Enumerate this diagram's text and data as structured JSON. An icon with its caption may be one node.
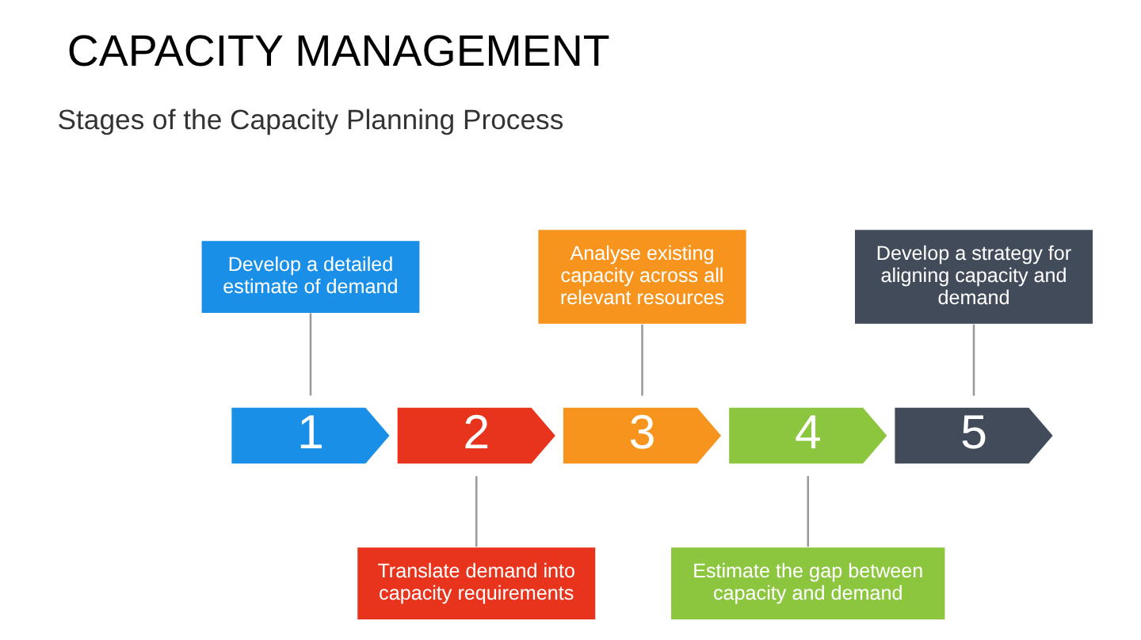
{
  "diagram": {
    "title": "CAPACITY MANAGEMENT",
    "nodes": [
      {
        "text": [
          "Develop a detailed estimate of demand"
        ]
      },
      {
        "text": [
          "Analyse existing capacity across all relevant resources"
        ]
      },
      {
        "text": [
          "Develop a strategy for aligning capacity and demand"
        ]
      },
      {
        "text": [
          "1"
        ]
      },
      {
        "text": [
          "2"
        ]
      },
      {
        "text": [
          "3"
        ]
      },
      {
        "text": [
          "4"
        ]
      },
      {
        "text": [
          "5"
        ]
      },
      {
        "text": [
          "Translate demand into capacity requirements"
        ]
      },
      {
        "text": [
          "Estimate the gap between capacity and demand"
        ]
      }
    ],
    "edges": [
      {
        "from": 0,
        "to": 3,
        "arrow": "none"
      },
      {
        "from": 1,
        "to": 5,
        "arrow": "none"
      },
      {
        "from": 2,
        "to": 7,
        "arrow": "none"
      },
      {
        "from": 4,
        "to": 8,
        "arrow": "none"
      },
      {
        "from": 6,
        "to": 9,
        "arrow": "none"
      }
    ],
    "labels": [
      "Stages of the Capacity Planning Process"
    ]
  }
}
